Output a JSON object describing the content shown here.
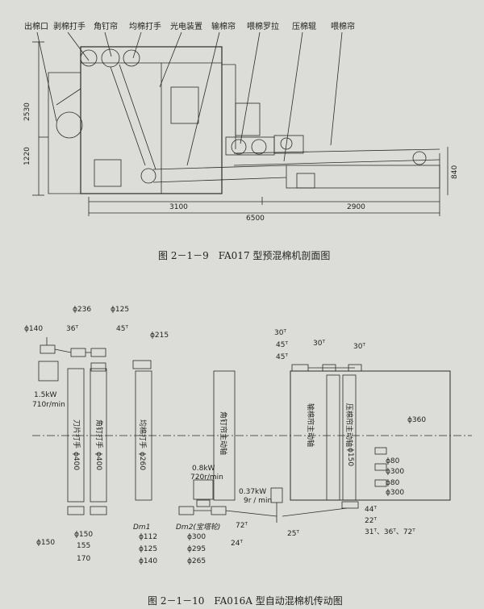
{
  "fig1": {
    "labels": {
      "outlet": "出棉口",
      "stripper_beater": "剥棉打手",
      "spiked_apron": "角钉帘",
      "evener_beater": "均棉打手",
      "photo_device": "光电装置",
      "conveyor_apron": "输棉帘",
      "feed_roller": "喂棉罗拉",
      "press_roller": "压棉辊",
      "feed_apron": "喂棉帘"
    },
    "dims": {
      "height_total": "2530",
      "height_mid": "1220",
      "height_right": "840",
      "len_left": "3100",
      "len_right": "2900",
      "len_total": "6500"
    },
    "caption": "图 2－1－9　FA017 型预混棉机剖面图"
  },
  "fig2": {
    "left_top": {
      "d140": "ϕ140",
      "d236": "ϕ236",
      "d125": "ϕ125",
      "t36": "36ᵀ",
      "t45": "45ᵀ",
      "d215": "ϕ215"
    },
    "motor1": [
      "1.5kW",
      "710r/min"
    ],
    "shafts": {
      "knife_beater": "刀片打手",
      "spiked_roller": "角钉打手",
      "d400a": "ϕ400",
      "d400b": "ϕ400",
      "evener": "均棉打手",
      "d260": "ϕ260",
      "spiked_main": "角钉帘主动轴",
      "conveyor_main": "输棉帘主动轴",
      "press_main": "压棉帘主动轴",
      "d150": "ϕ150"
    },
    "left_bottom": {
      "p150a": "ϕ150",
      "p150b": "ϕ150",
      "p155": "155",
      "p170": "170"
    },
    "motor2": [
      "0.8kW",
      "720r/min"
    ],
    "dm1": {
      "label": "Dm1",
      "values": [
        "ϕ112",
        "ϕ125",
        "ϕ140"
      ]
    },
    "dm2": {
      "label": "Dm2(宝塔轮)",
      "values": [
        "ϕ300",
        "ϕ295",
        "ϕ265"
      ]
    },
    "mid_teeth": {
      "t72": "72ᵀ",
      "t24": "24ᵀ"
    },
    "motor3": [
      "0.37kW",
      "9r / min"
    ],
    "right": {
      "t30a": "30ᵀ",
      "t45a": "45ᵀ",
      "t45b": "45ᵀ",
      "t30b": "30ᵀ",
      "t30c": "30ᵀ",
      "d360": "ϕ360",
      "d80a": "ϕ80",
      "d300a": "ϕ300",
      "d80b": "ϕ80",
      "d300b": "ϕ300",
      "t25": "25ᵀ",
      "t44": "44ᵀ",
      "t22": "22ᵀ",
      "t_multi": "31ᵀ、36ᵀ、72ᵀ"
    },
    "caption": "图 2－1－10　FA016A 型自动混棉机传动图"
  }
}
